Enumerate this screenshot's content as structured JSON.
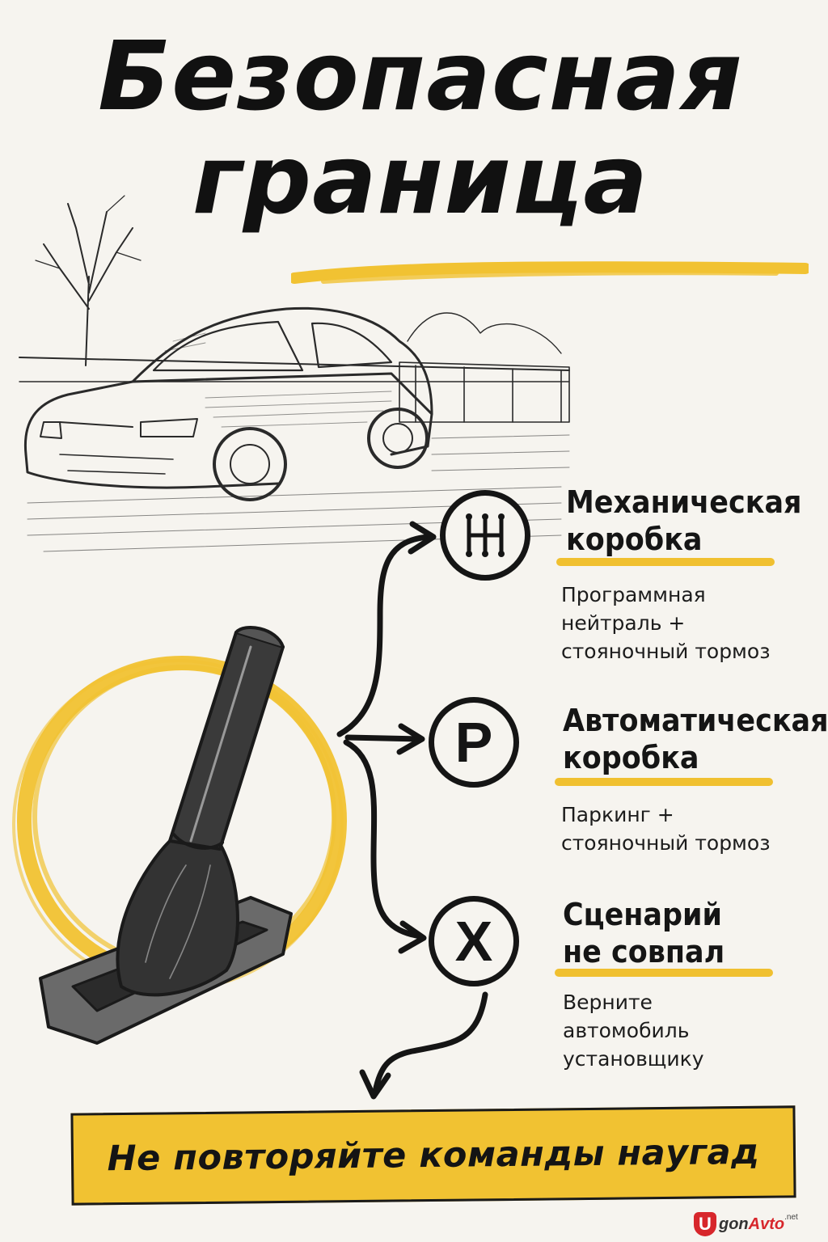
{
  "title": {
    "line1": "Безопасная",
    "line2": "граница"
  },
  "options": [
    {
      "icon": "gear-shift-pattern-icon",
      "heading": "Механическая\nкоробка",
      "description": "Программная\nнейтраль +\nстояночный тормоз"
    },
    {
      "icon": "parking-p-icon",
      "glyph": "P",
      "heading": "Автоматическая\nкоробка",
      "description": "Паркинг +\nстояночный тормоз"
    },
    {
      "icon": "cross-icon",
      "glyph": "X",
      "heading": "Сценарий\nне совпал",
      "description": "Верните\nавтомобиль\nустановщику"
    }
  ],
  "banner": {
    "text": "Не повторяйте команды наугад"
  },
  "logo": {
    "badge": "U",
    "name_part1": "gon",
    "name_part2": "Avto",
    "tld": ".net"
  },
  "colors": {
    "accent_yellow": "#f1c232",
    "ink": "#151515",
    "background": "#f6f4ef",
    "logo_red": "#d7262b"
  }
}
